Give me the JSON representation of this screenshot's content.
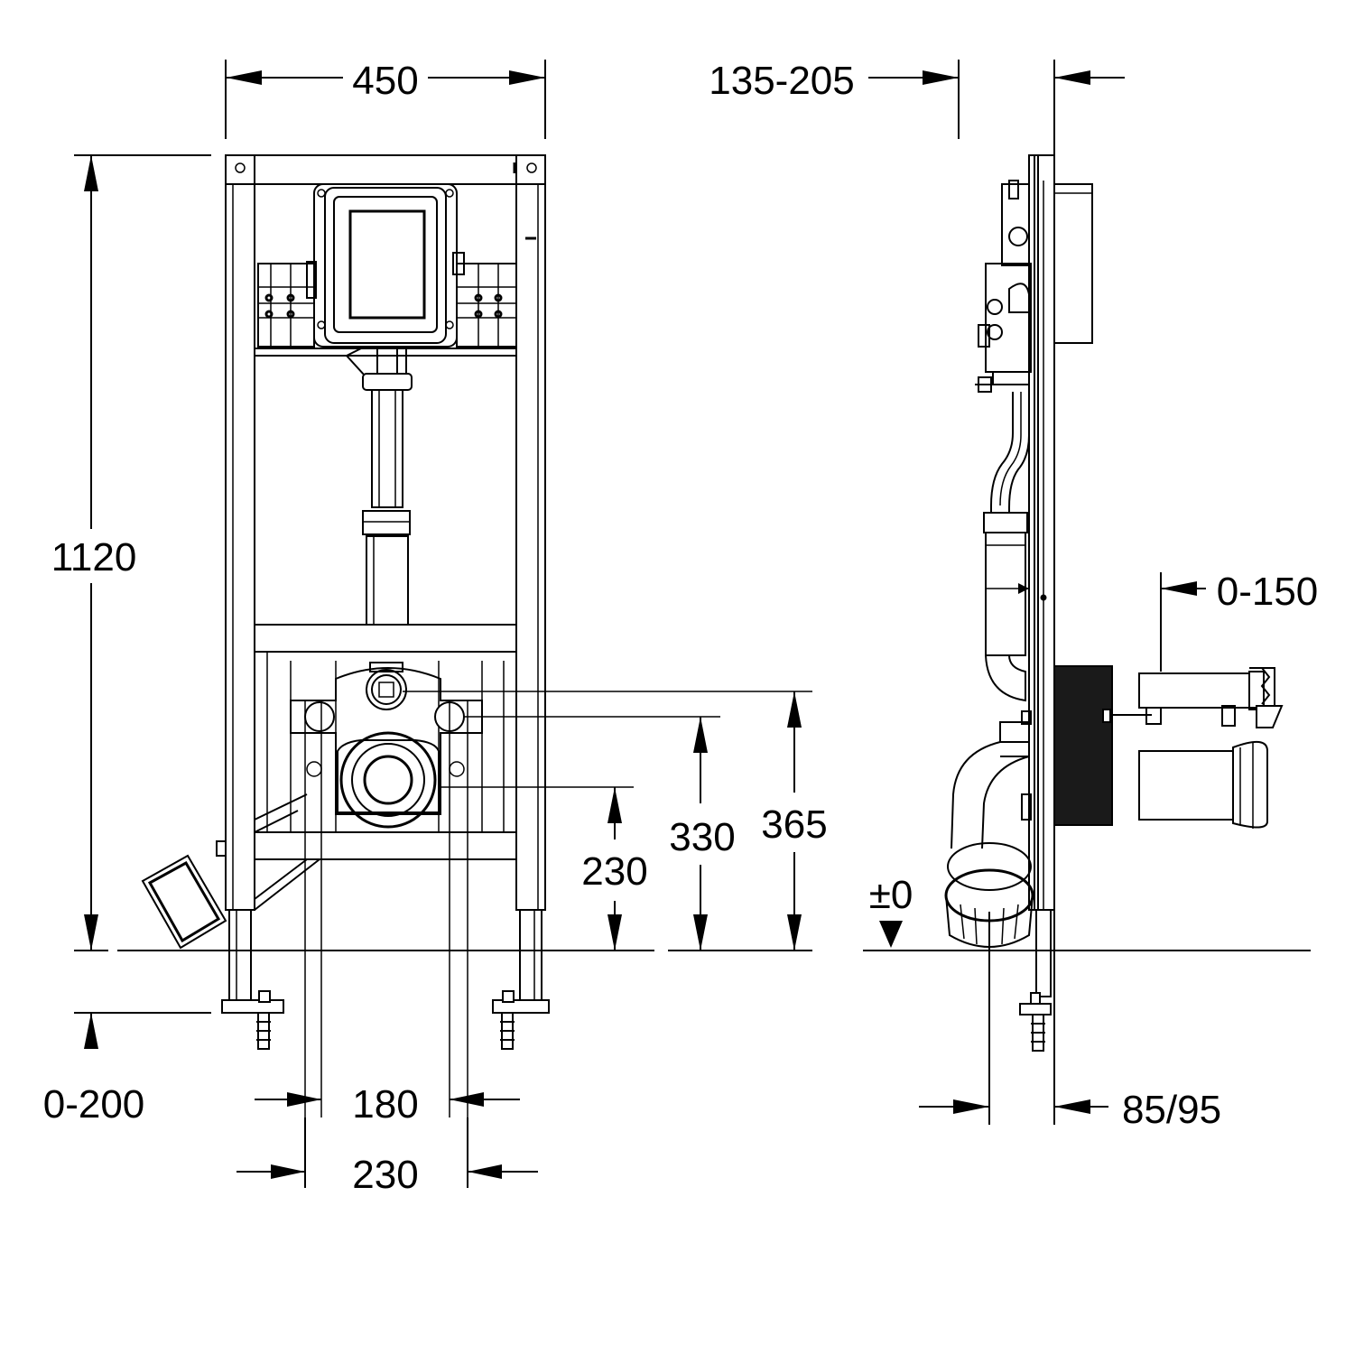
{
  "colors": {
    "line": "#000000",
    "background": "#ffffff",
    "motor": "#1a1a1a"
  },
  "dimensions": {
    "frame_width": "450",
    "wall_depth": "135-205",
    "total_height": "1120",
    "foot_adjust": "0-200",
    "pipe_spacing_inner": "180",
    "pipe_spacing_outer": "230",
    "drain_height": "230",
    "feed_height_low": "330",
    "feed_height_high": "365",
    "floor_level": "±0",
    "bowl_offset": "0-150",
    "drain_axis_offset": "85/95"
  }
}
